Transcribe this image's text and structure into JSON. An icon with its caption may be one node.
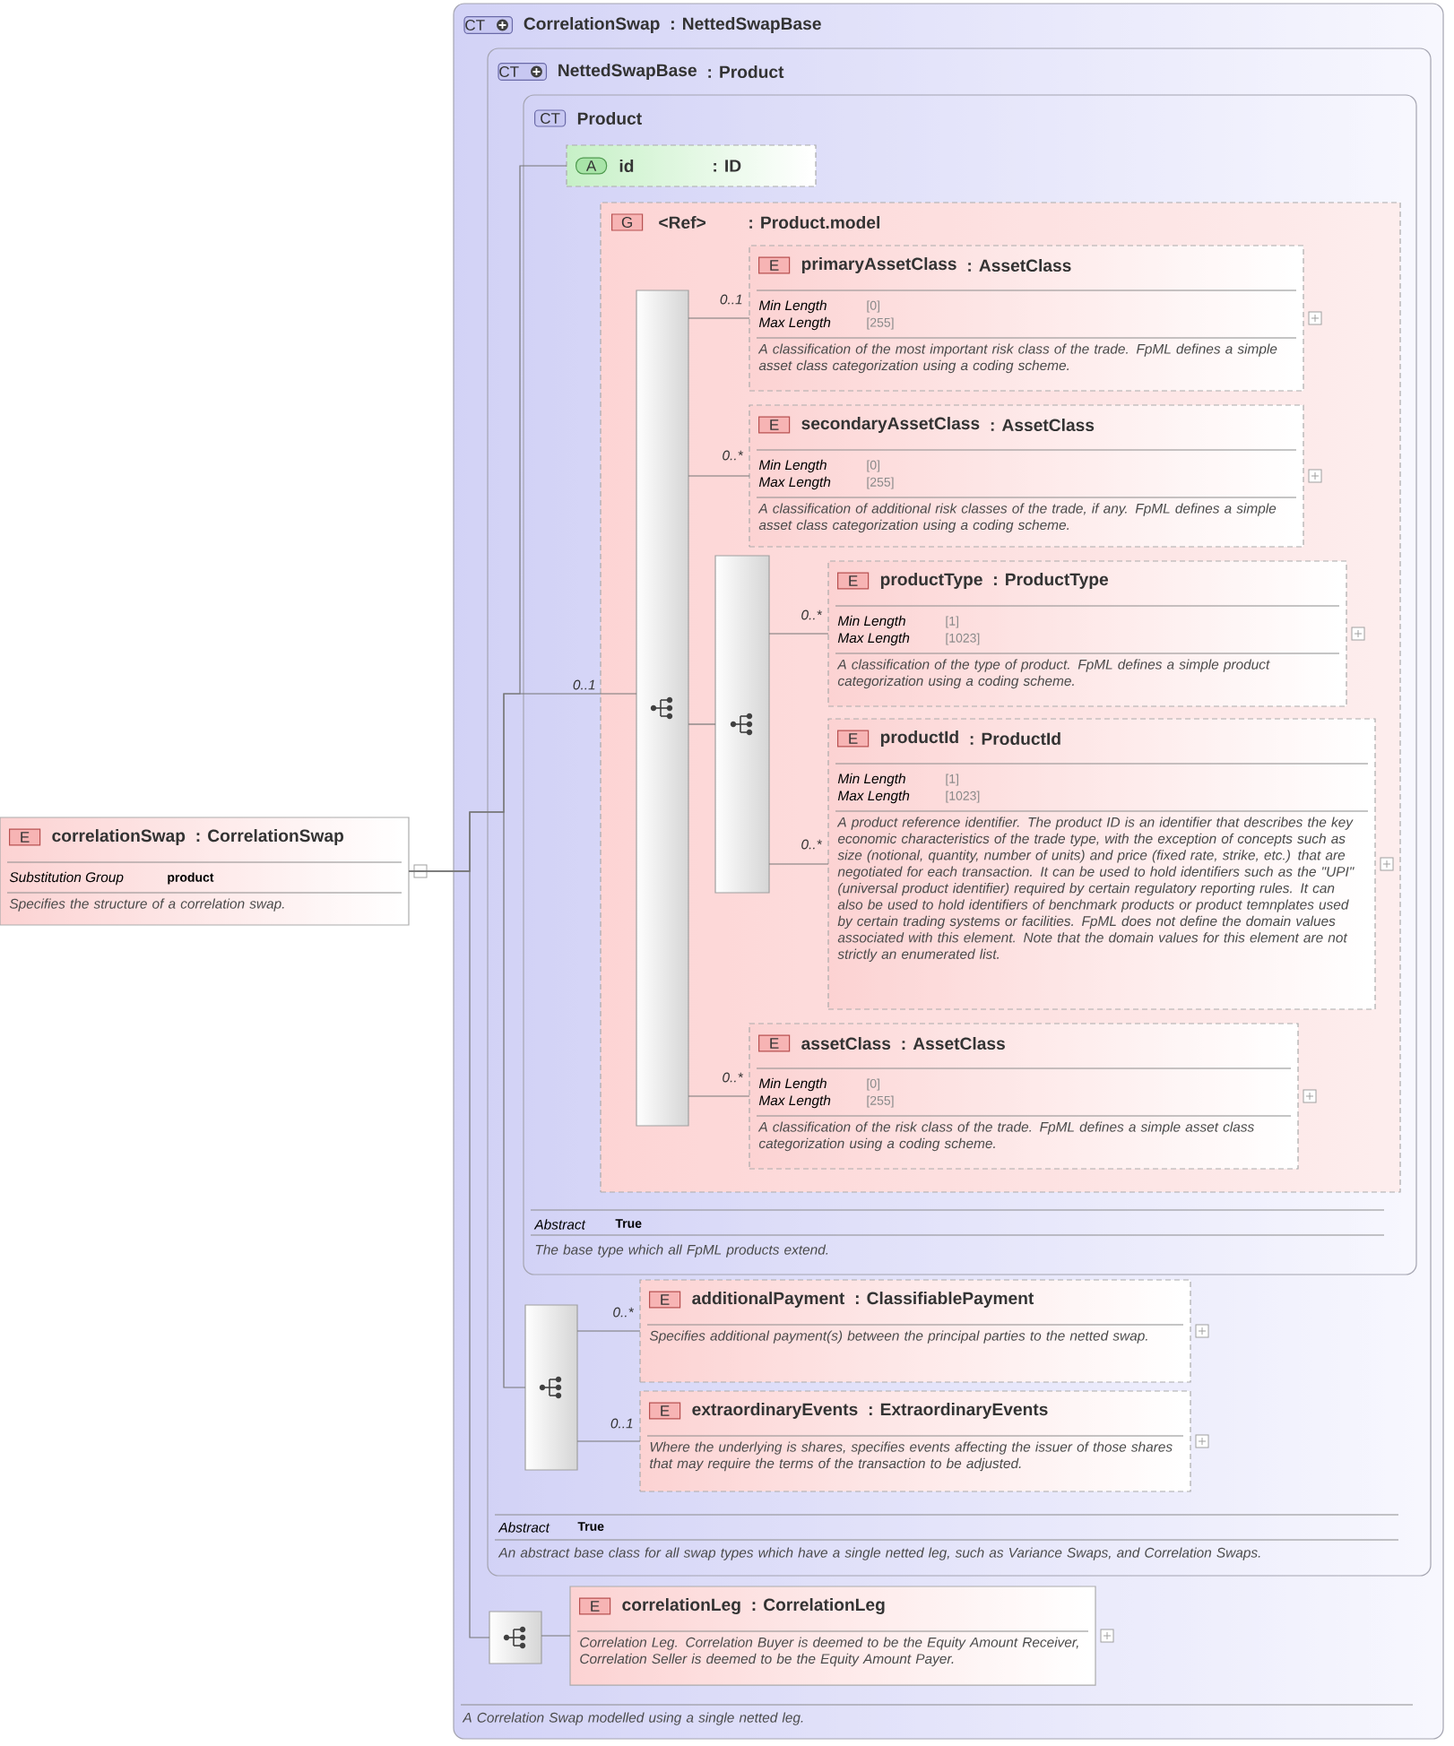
{
  "diagram": {
    "nodes": [
      {
        "text": [
          "E",
          "correlationSwap",
          ": CorrelationSwap",
          "Substitution Group",
          "product",
          "Specifies the structure of a correlation swap."
        ]
      },
      {
        "text": [
          "CT",
          "CorrelationSwap",
          ": NettedSwapBase",
          "A Correlation Swap modelled using a single netted leg."
        ]
      },
      {
        "text": [
          "CT",
          "NettedSwapBase",
          ": Product",
          "Abstract",
          "True",
          "An abstract base class for all swap types which have a single netted leg, such as Variance Swaps, and Correlation Swaps."
        ],
        "in": 1
      },
      {
        "text": [
          "CT",
          "Product",
          "Abstract",
          "True",
          "The base type which all FpML products extend."
        ],
        "in": 2
      },
      {
        "text": [
          "A",
          "id",
          ": ID"
        ],
        "in": 3
      },
      {
        "text": [
          "G",
          "<Ref>",
          ": Product.model"
        ],
        "in": 3
      },
      {
        "text": [],
        "shape": "bar",
        "in": 5
      },
      {
        "text": [
          "E",
          "primaryAssetClass",
          ": AssetClass",
          "Min Length",
          "[0]",
          "Max Length",
          "[255]",
          "A classification of the most important risk class of the trade. FpML defines a simple asset class categorization using a coding scheme."
        ],
        "in": 5
      },
      {
        "text": [
          "E",
          "secondaryAssetClass",
          ": AssetClass",
          "Min Length",
          "[0]",
          "Max Length",
          "[255]",
          "A classification of additional risk classes of the trade, if any. FpML defines a simple asset class categorization using a coding scheme."
        ],
        "in": 5
      },
      {
        "text": [],
        "shape": "bar",
        "in": 5
      },
      {
        "text": [
          "E",
          "productType",
          ": ProductType",
          "Min Length",
          "[1]",
          "Max Length",
          "[1023]",
          "A classification of the type of product. FpML defines a simple product categorization using a coding scheme."
        ],
        "in": 5
      },
      {
        "text": [
          "E",
          "productId",
          ": ProductId",
          "Min Length",
          "[1]",
          "Max Length",
          "[1023]",
          "A product reference identifier. The product ID is an identifier that describes the key economic characteristics of the trade type, with the exception of concepts such as size (notional, quantity, number of units) and price (fixed rate, strike, etc.) that are negotiated for each transaction. It can be used to hold identifiers such as the \"UPI\" (universal product identifier) required by certain regulatory reporting rules. It can also be used to hold identifiers of benchmark products or product temnplates used by certain trading systems or facilities. FpML does not define the domain values associated with this element. Note that the domain values for this element are not strictly an enumerated list."
        ],
        "in": 5
      },
      {
        "text": [
          "E",
          "assetClass",
          ": AssetClass",
          "Min Length",
          "[0]",
          "Max Length",
          "[255]",
          "A classification of the risk class of the trade. FpML defines a simple asset class categorization using a coding scheme."
        ],
        "in": 5
      },
      {
        "text": [],
        "shape": "bar",
        "in": 2
      },
      {
        "text": [
          "E",
          "additionalPayment",
          ": ClassifiablePayment",
          "Specifies additional payment(s) between the principal parties to the netted swap."
        ],
        "in": 2
      },
      {
        "text": [
          "E",
          "extraordinaryEvents",
          ": ExtraordinaryEvents",
          "Where the underlying is shares, specifies events affecting the issuer of those shares that may require the terms of the transaction to be adjusted."
        ],
        "in": 2
      },
      {
        "text": [],
        "shape": "bar",
        "in": 1
      },
      {
        "text": [
          "E",
          "correlationLeg",
          ": CorrelationLeg",
          "Correlation Leg. Correlation Buyer is deemed to be the Equity Amount Receiver, Correlation Seller is deemed to be the Equity Amount Payer."
        ],
        "in": 1
      }
    ],
    "edges": [
      {
        "from": 0,
        "to": 4,
        "arrow": "none"
      },
      {
        "from": 0,
        "to": 6,
        "arrow": "none",
        "label": "0..1"
      },
      {
        "from": 6,
        "to": 7,
        "arrow": "none",
        "label": "0..1"
      },
      {
        "from": 6,
        "to": 8,
        "arrow": "none",
        "label": "0..*"
      },
      {
        "from": 6,
        "to": 9,
        "arrow": "none"
      },
      {
        "from": 9,
        "to": 10,
        "arrow": "none",
        "label": "0..*"
      },
      {
        "from": 9,
        "to": 11,
        "arrow": "none",
        "label": "0..*"
      },
      {
        "from": 6,
        "to": 12,
        "arrow": "none",
        "label": "0..*"
      },
      {
        "from": 0,
        "to": 13,
        "arrow": "none"
      },
      {
        "from": 13,
        "to": 14,
        "arrow": "none",
        "label": "0..*"
      },
      {
        "from": 13,
        "to": 15,
        "arrow": "none",
        "label": "0..1"
      },
      {
        "from": 0,
        "to": 16,
        "arrow": "none"
      },
      {
        "from": 16,
        "to": 17,
        "arrow": "none"
      }
    ]
  }
}
